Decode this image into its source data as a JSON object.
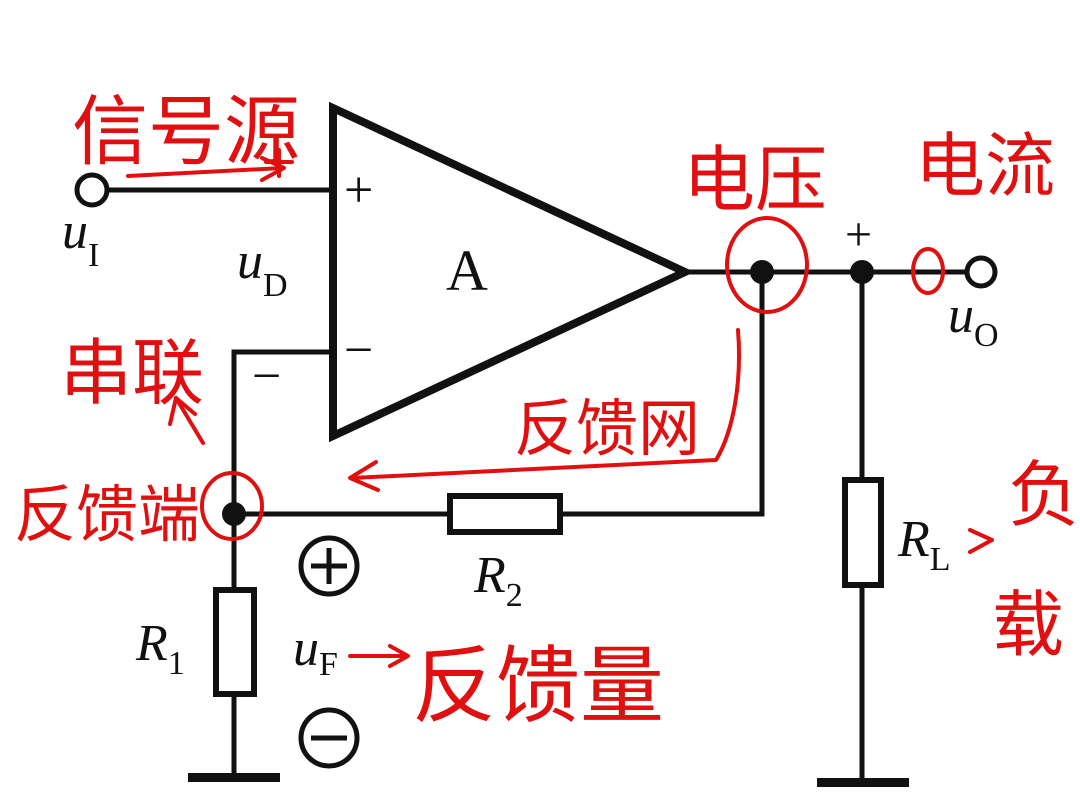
{
  "colors": {
    "ink": "#111111",
    "annotation": "#e01010",
    "background": "#ffffff"
  },
  "circuit": {
    "amplifier": "A",
    "input_voltage": {
      "main": "u",
      "sub": "I"
    },
    "differential_voltage": {
      "main": "u",
      "sub": "D"
    },
    "output_voltage": {
      "main": "u",
      "sub": "O"
    },
    "feedback_voltage": {
      "main": "u",
      "sub": "F"
    },
    "r1": {
      "main": "R",
      "sub": "1"
    },
    "r2": {
      "main": "R",
      "sub": "2"
    },
    "rl": {
      "main": "R",
      "sub": "L"
    },
    "plus_sign": "+",
    "minus_sign": "−"
  },
  "annotations": {
    "signal_source": "信号源",
    "voltage": "电压",
    "current": "电流",
    "series": "串联",
    "feedback_network": "反馈网",
    "feedback_node": "反馈端",
    "load_1": "负",
    "load_2": "载",
    "feedback_quantity": "反馈量"
  }
}
